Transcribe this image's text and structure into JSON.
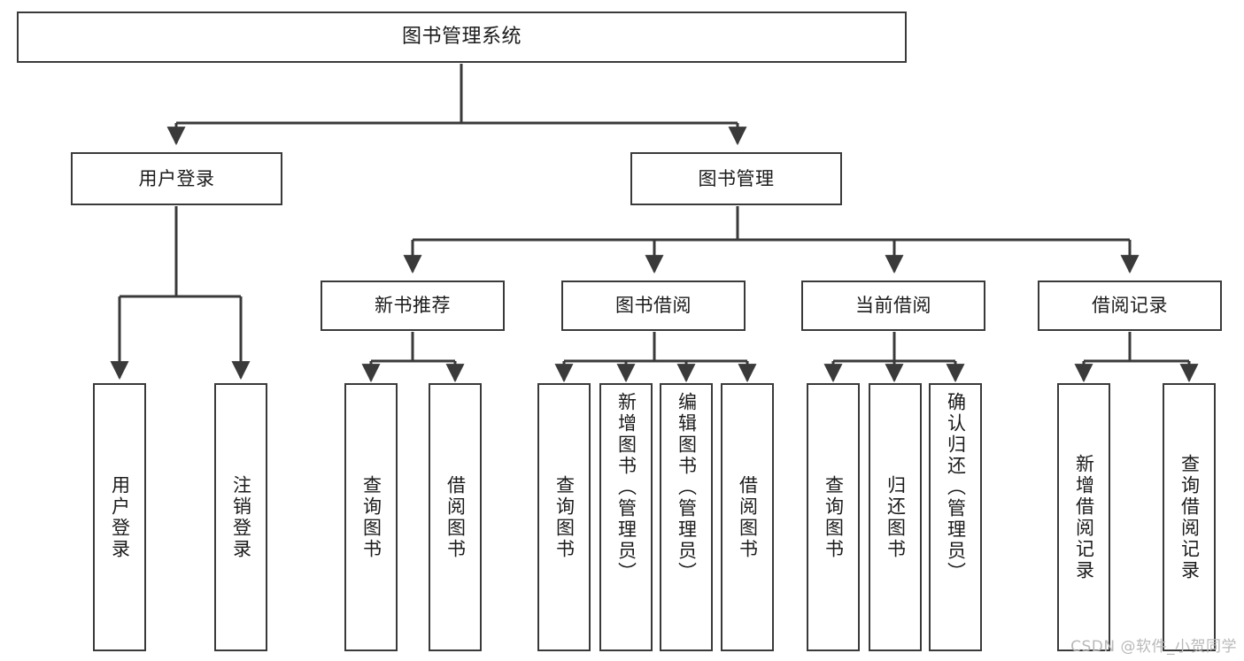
{
  "diagram": {
    "title": "图书管理系统",
    "type": "tree-hierarchy",
    "watermark": "CSDN @软件_小贺同学",
    "line_color": "#3a3a3a",
    "box_fill": "#ffffff",
    "text_color": "#1b1b1b",
    "watermark_color": "#b9b9b9"
  },
  "nodes": {
    "root": {
      "label": "图书管理系统"
    },
    "level1": [
      {
        "id": "user-login",
        "label": "用户登录"
      },
      {
        "id": "book-admin",
        "label": "图书管理"
      }
    ],
    "level2": [
      {
        "id": "new-book-rec",
        "label": "新书推荐"
      },
      {
        "id": "book-borrow",
        "label": "图书借阅"
      },
      {
        "id": "current-borrow",
        "label": "当前借阅"
      },
      {
        "id": "borrow-record",
        "label": "借阅记录"
      }
    ],
    "leaves": {
      "user_login": [
        {
          "id": "leaf-user-login",
          "label": "用户登录"
        },
        {
          "id": "leaf-logout",
          "label": "注销登录"
        }
      ],
      "new_book_rec": [
        {
          "id": "leaf-query-book-1",
          "label": "查询图书"
        },
        {
          "id": "leaf-borrow-book-1",
          "label": "借阅图书"
        }
      ],
      "book_borrow": [
        {
          "id": "leaf-query-book-2",
          "label": "查询图书"
        },
        {
          "id": "leaf-add-book",
          "label": "新增图书（管理员）"
        },
        {
          "id": "leaf-edit-book",
          "label": "编辑图书（管理员）"
        },
        {
          "id": "leaf-borrow-book-2",
          "label": "借阅图书"
        }
      ],
      "current_borrow": [
        {
          "id": "leaf-query-book-3",
          "label": "查询图书"
        },
        {
          "id": "leaf-return-book",
          "label": "归还图书"
        },
        {
          "id": "leaf-confirm-return",
          "label": "确认归还（管理员）"
        }
      ],
      "borrow_record": [
        {
          "id": "leaf-add-record",
          "label": "新增借阅记录"
        },
        {
          "id": "leaf-query-record",
          "label": "查询借阅记录"
        }
      ]
    }
  }
}
